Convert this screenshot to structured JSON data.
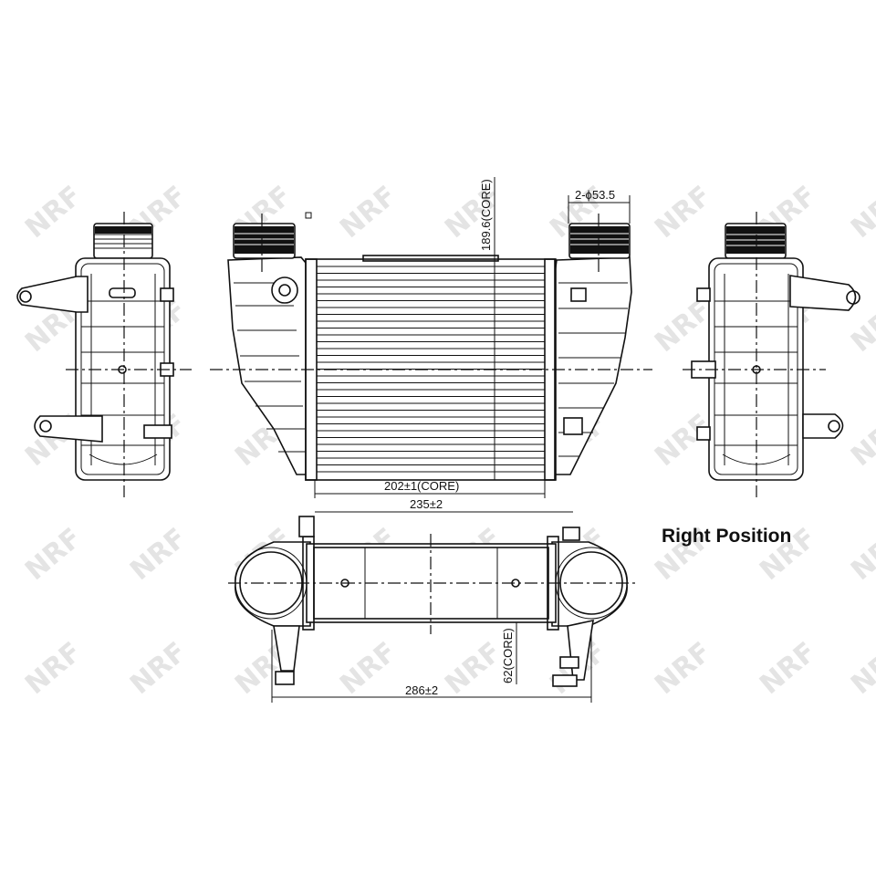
{
  "watermark": {
    "brand": "NRF"
  },
  "caption": {
    "position_label": "Right Position"
  },
  "dimensions": {
    "core_height": "189.6(CORE)",
    "inlet_diameter": "2-ϕ53.5",
    "core_width": "202±1(CORE)",
    "overall_width": "235±2",
    "core_depth": "62(CORE)",
    "total_length": "286±2"
  },
  "colors": {
    "line": "#111111",
    "watermark": "#e4e4e4",
    "background": "#ffffff"
  }
}
